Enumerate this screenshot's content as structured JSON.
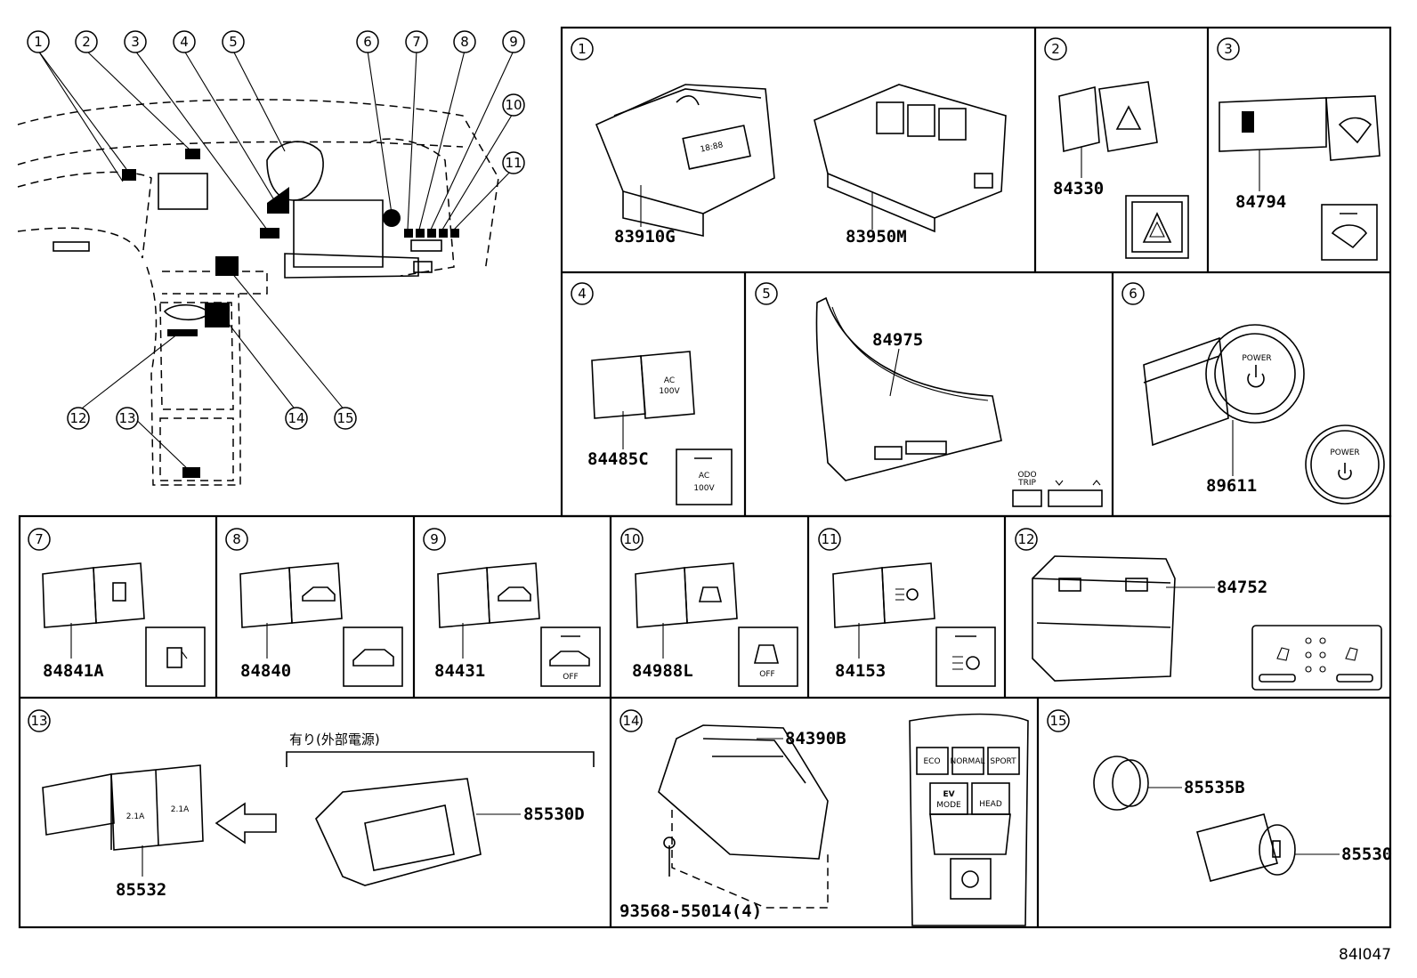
{
  "callouts": [
    "1",
    "2",
    "3",
    "4",
    "5",
    "6",
    "7",
    "8",
    "9",
    "10",
    "11",
    "12",
    "13",
    "14",
    "15"
  ],
  "parts": {
    "p1a": "83910G",
    "p1b": "83950M",
    "p2": "84330",
    "p3": "84794",
    "p4": "84485C",
    "p5": "84975",
    "p6": "89611",
    "p7": "84841A",
    "p8": "84840",
    "p9": "84431",
    "p10": "84988L",
    "p11": "84153",
    "p12": "84752",
    "p13a": "85532",
    "p13b": "85530D",
    "p14a": "84390B",
    "p14b": "93568-55014(4)",
    "p15a": "85535B",
    "p15b": "85530"
  },
  "switch_text": {
    "ac": "AC",
    "v100": "100V",
    "power": "POWER",
    "odo": "ODO",
    "trip": "TRIP",
    "off": "OFF",
    "eco": "ECO",
    "normal": "NORMAL",
    "sport": "SPORT",
    "ev": "EV",
    "mode": "MODE",
    "head": "HEAD",
    "a21": "2.1A"
  },
  "note_external_power": "有り(外部電源)",
  "diagram_number": "84I047"
}
